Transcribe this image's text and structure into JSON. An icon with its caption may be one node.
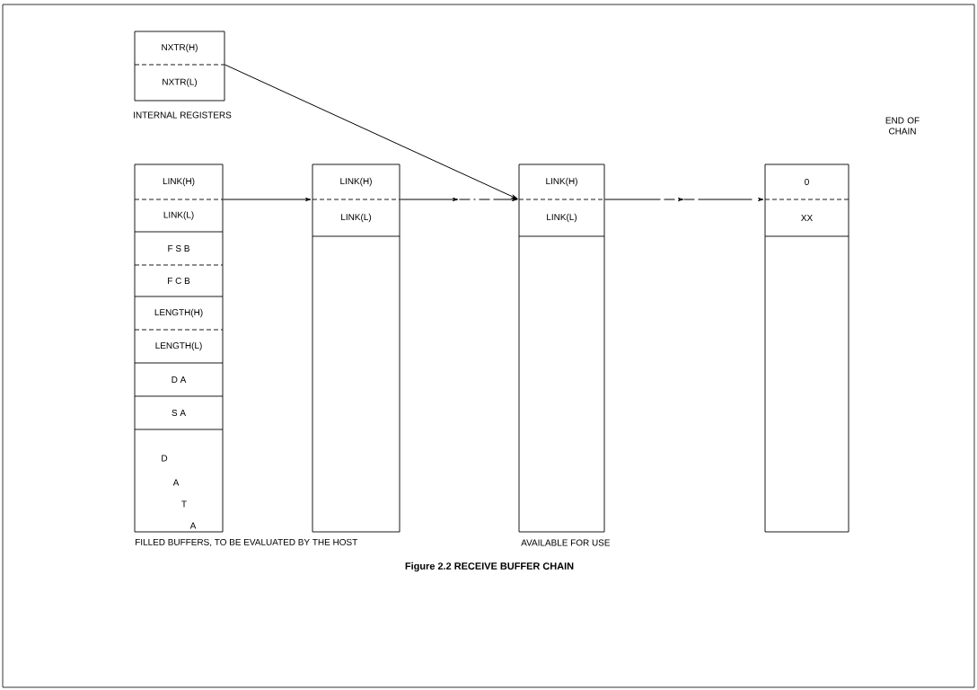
{
  "diagram": {
    "caption": "Figure 2.2 RECEIVE BUFFER CHAIN",
    "nodes": [
      {
        "text": [],
        "shape": "box",
        "beside": [
          "INTERNAL REGISTERS"
        ]
      },
      {
        "text": [
          "NXTR(H)"
        ],
        "in": 0
      },
      {
        "text": [
          "NXTR(L)"
        ],
        "in": 0
      },
      {
        "text": [],
        "shape": "box"
      },
      {
        "text": [
          "LINK(H)"
        ],
        "in": 3
      },
      {
        "text": [
          "LINK(L)"
        ],
        "in": 3
      },
      {
        "text": [
          "F S B"
        ],
        "in": 3
      },
      {
        "text": [
          "F C B"
        ],
        "in": 3
      },
      {
        "text": [
          "LENGTH(H)"
        ],
        "in": 3
      },
      {
        "text": [
          "LENGTH(L)"
        ],
        "in": 3
      },
      {
        "text": [
          "D A"
        ],
        "in": 3
      },
      {
        "text": [
          "S A"
        ],
        "in": 3
      },
      {
        "text": [
          "D",
          "A",
          "T",
          "A"
        ],
        "in": 3
      },
      {
        "text": [],
        "shape": "box"
      },
      {
        "text": [
          "LINK(H)"
        ],
        "in": 13
      },
      {
        "text": [
          "LINK(L)"
        ],
        "in": 13
      },
      {
        "text": [],
        "shape": "box"
      },
      {
        "text": [
          "LINK(H)"
        ],
        "in": 16
      },
      {
        "text": [
          "LINK(L)"
        ],
        "in": 16
      },
      {
        "text": [],
        "shape": "box"
      },
      {
        "text": [
          "0"
        ],
        "in": 19
      },
      {
        "text": [
          "XX"
        ],
        "in": 19
      }
    ],
    "edges": [
      {
        "from": 0,
        "to": 16,
        "arrow": "to"
      },
      {
        "from": 3,
        "to": 13,
        "arrow": "to"
      },
      {
        "from": 13,
        "to": 16,
        "arrow": "to",
        "style": "dashed"
      },
      {
        "from": 16,
        "to": 19,
        "arrow": "to",
        "style": "dashed"
      }
    ],
    "labels": [
      "END OF CHAIN",
      "FILLED BUFFERS, TO BE EVALUATED BY THE HOST",
      "AVAILABLE FOR USE"
    ]
  }
}
